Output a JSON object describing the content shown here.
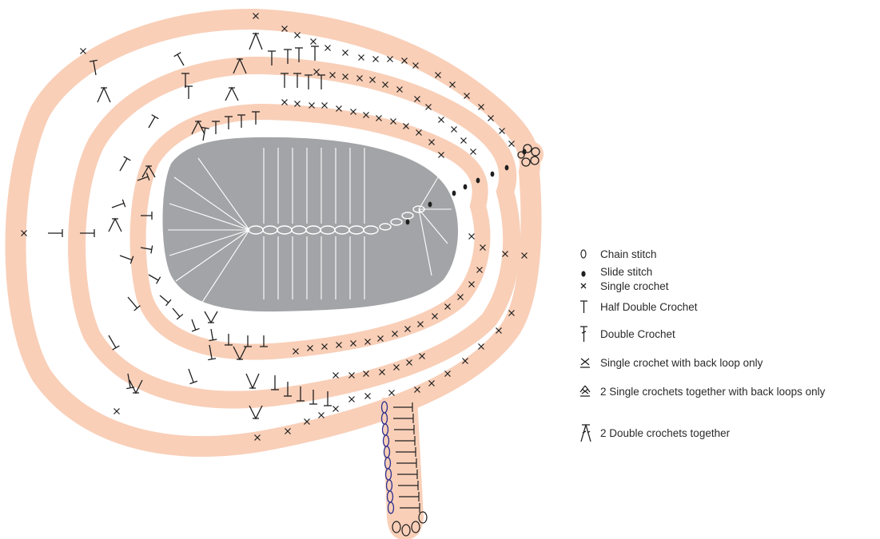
{
  "diagram": {
    "colors": {
      "ring": "#f9cfb8",
      "center": "#a2a4a7",
      "stitch": "#1f1f1f",
      "center_stitch": "#ffffff",
      "chain": "#2b2f8e"
    },
    "legend": [
      {
        "symbol": "chain-stitch-icon",
        "label": "Chain stitch"
      },
      {
        "symbol": "slide-stitch-icon",
        "label": "Slide stitch"
      },
      {
        "symbol": "single-crochet-icon",
        "label": "Single crochet"
      },
      {
        "symbol": "half-double-crochet-icon",
        "label": "Half Double Crochet"
      },
      {
        "symbol": "double-crochet-icon",
        "label": "Double Crochet"
      },
      {
        "symbol": "single-crochet-back-loop-icon",
        "label": "Single crochet with back loop only"
      },
      {
        "symbol": "sc2tog-back-loop-icon",
        "label": "2 Single crochets together with back loops only"
      },
      {
        "symbol": "dc2tog-icon",
        "label": "2 Double crochets together"
      }
    ]
  }
}
